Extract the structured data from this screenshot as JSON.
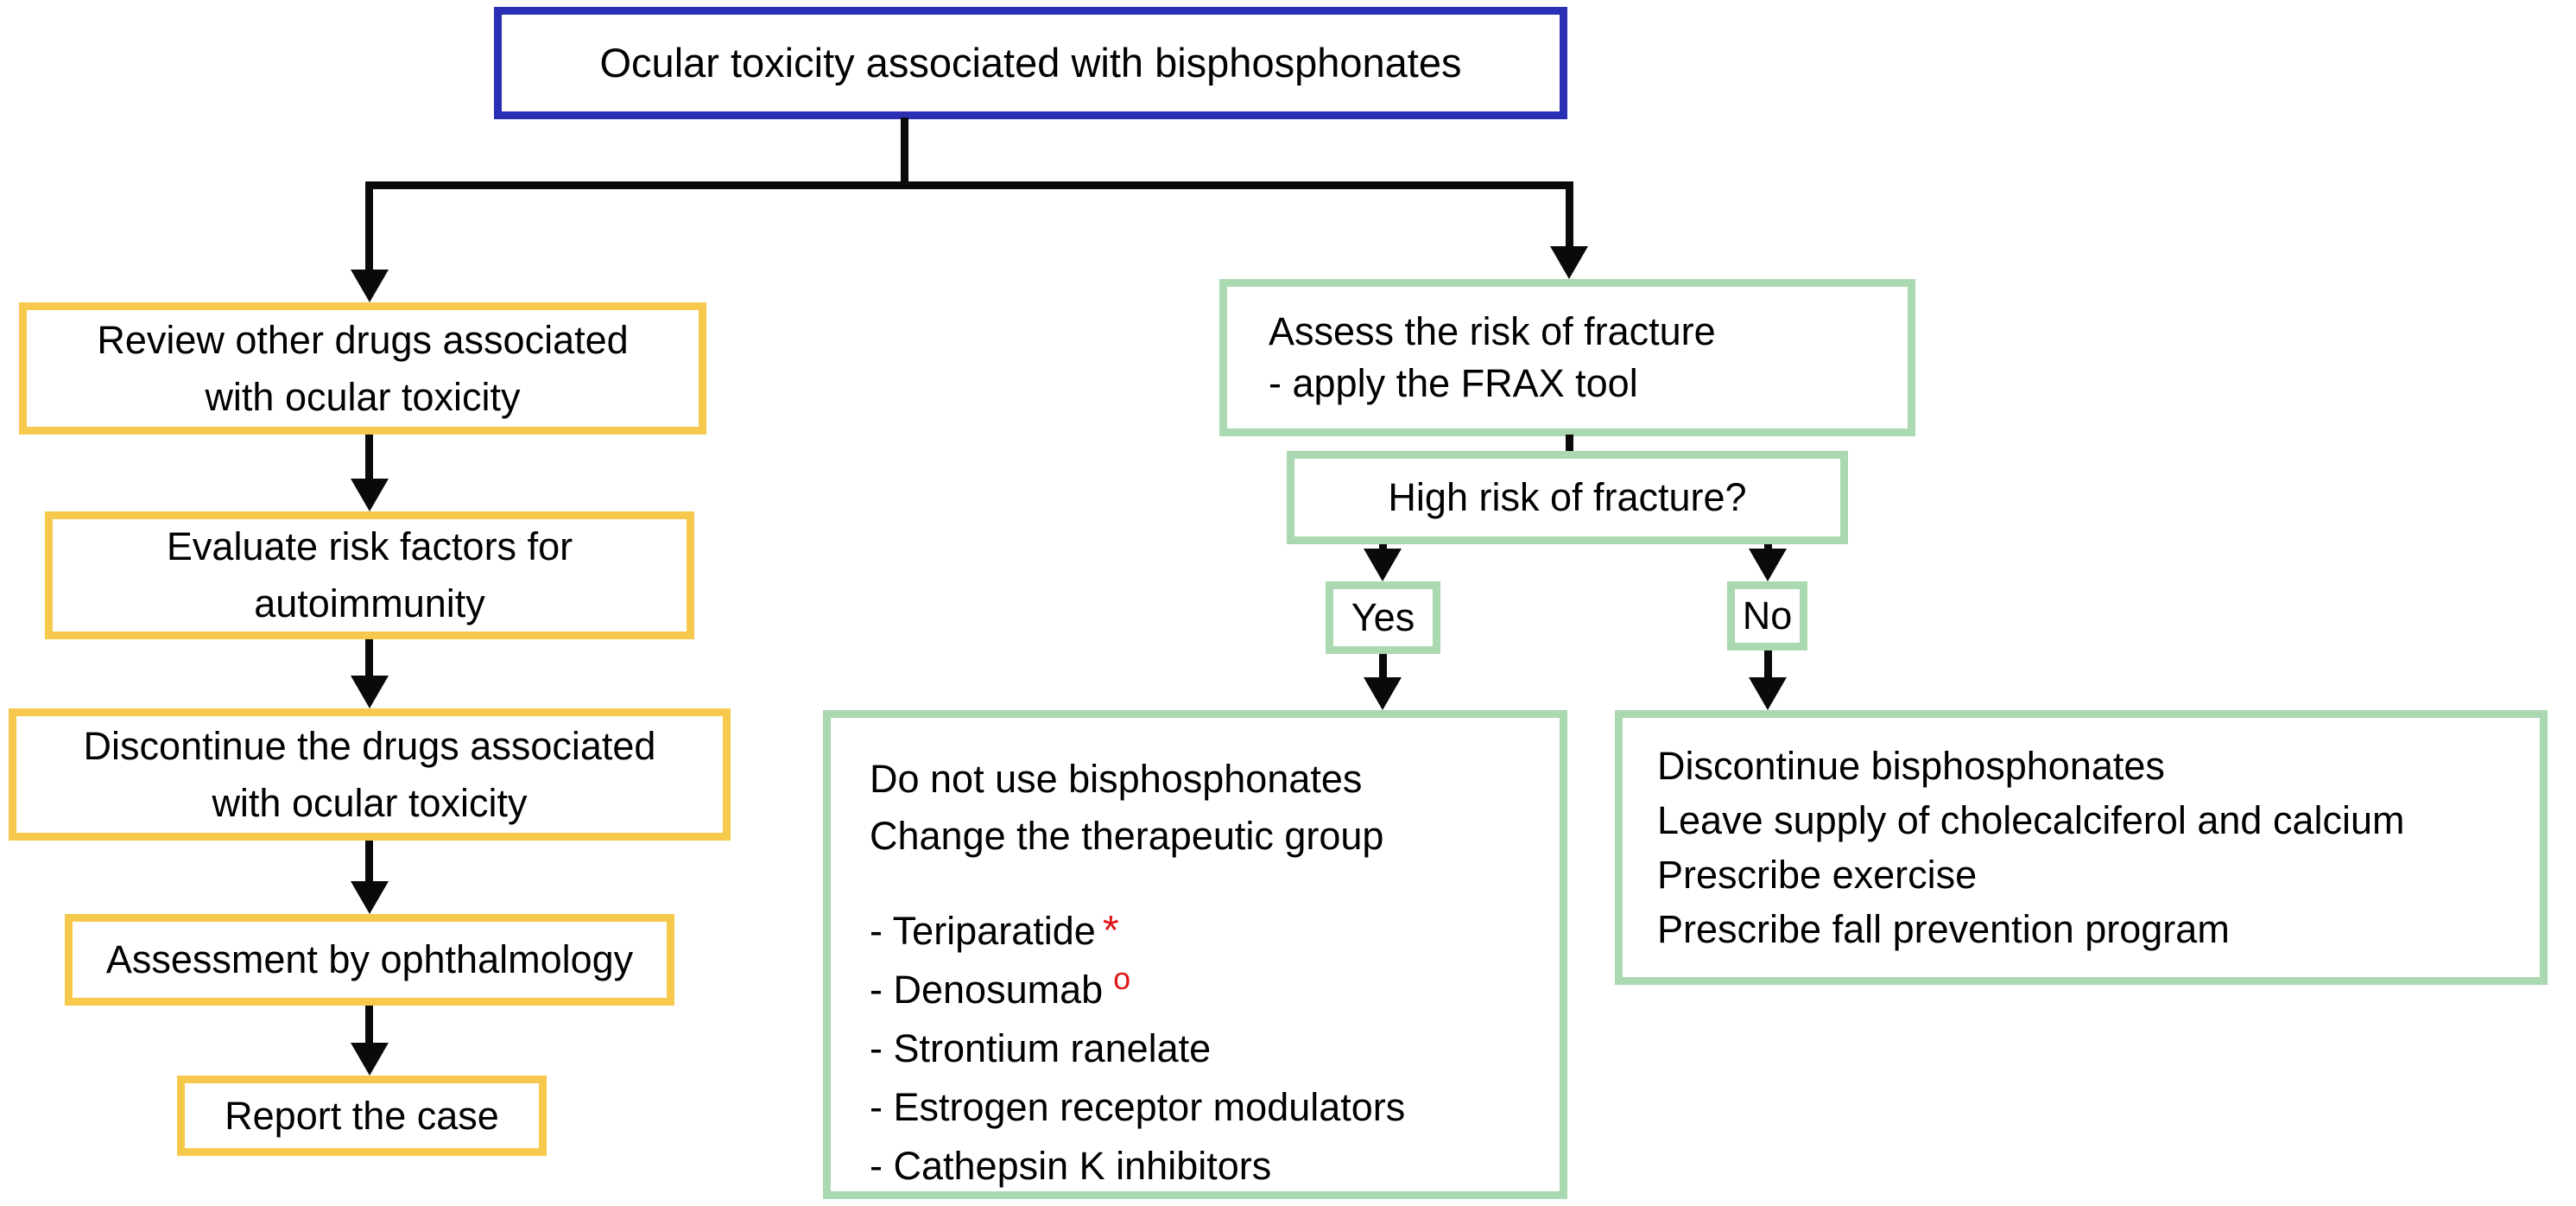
{
  "title": {
    "label": "Ocular toxicity associated with bisphosphonates"
  },
  "colors": {
    "title_border": "#2B2FB5",
    "left_border": "#F6C94C",
    "right_border": "#A9D8B1",
    "marker_red": "#E01616",
    "line": "#0A0A0A"
  },
  "left_branch": {
    "review": {
      "lines": [
        "Review other drugs associated",
        "with ocular toxicity"
      ]
    },
    "evaluate": {
      "lines": [
        "Evaluate risk factors for",
        "autoimmunity"
      ]
    },
    "discontinue": {
      "lines": [
        "Discontinue the drugs associated",
        "with ocular toxicity"
      ]
    },
    "assessment": {
      "label": "Assessment by ophthalmology"
    },
    "report": {
      "label": "Report the case"
    }
  },
  "right_branch": {
    "assess": {
      "lines": [
        "Assess the risk of fracture",
        "- apply the FRAX tool"
      ]
    },
    "question": {
      "label": "High risk of fracture?"
    },
    "yes": {
      "label": "Yes"
    },
    "no": {
      "label": "No"
    },
    "yes_outcome": {
      "intro": [
        "Do not use bisphosphonates",
        "Change the therapeutic group"
      ],
      "items": [
        {
          "text": "- Teriparatide",
          "marker": "*"
        },
        {
          "text": "- Denosumab",
          "marker": "o"
        },
        {
          "text": "- Strontium ranelate",
          "marker": ""
        },
        {
          "text": "- Estrogen receptor modulators",
          "marker": ""
        },
        {
          "text": "- Cathepsin K inhibitors",
          "marker": ""
        }
      ]
    },
    "no_outcome": {
      "lines": [
        "Discontinue bisphosphonates",
        "Leave supply of cholecalciferol and calcium",
        "Prescribe exercise",
        "Prescribe fall prevention program"
      ]
    }
  }
}
